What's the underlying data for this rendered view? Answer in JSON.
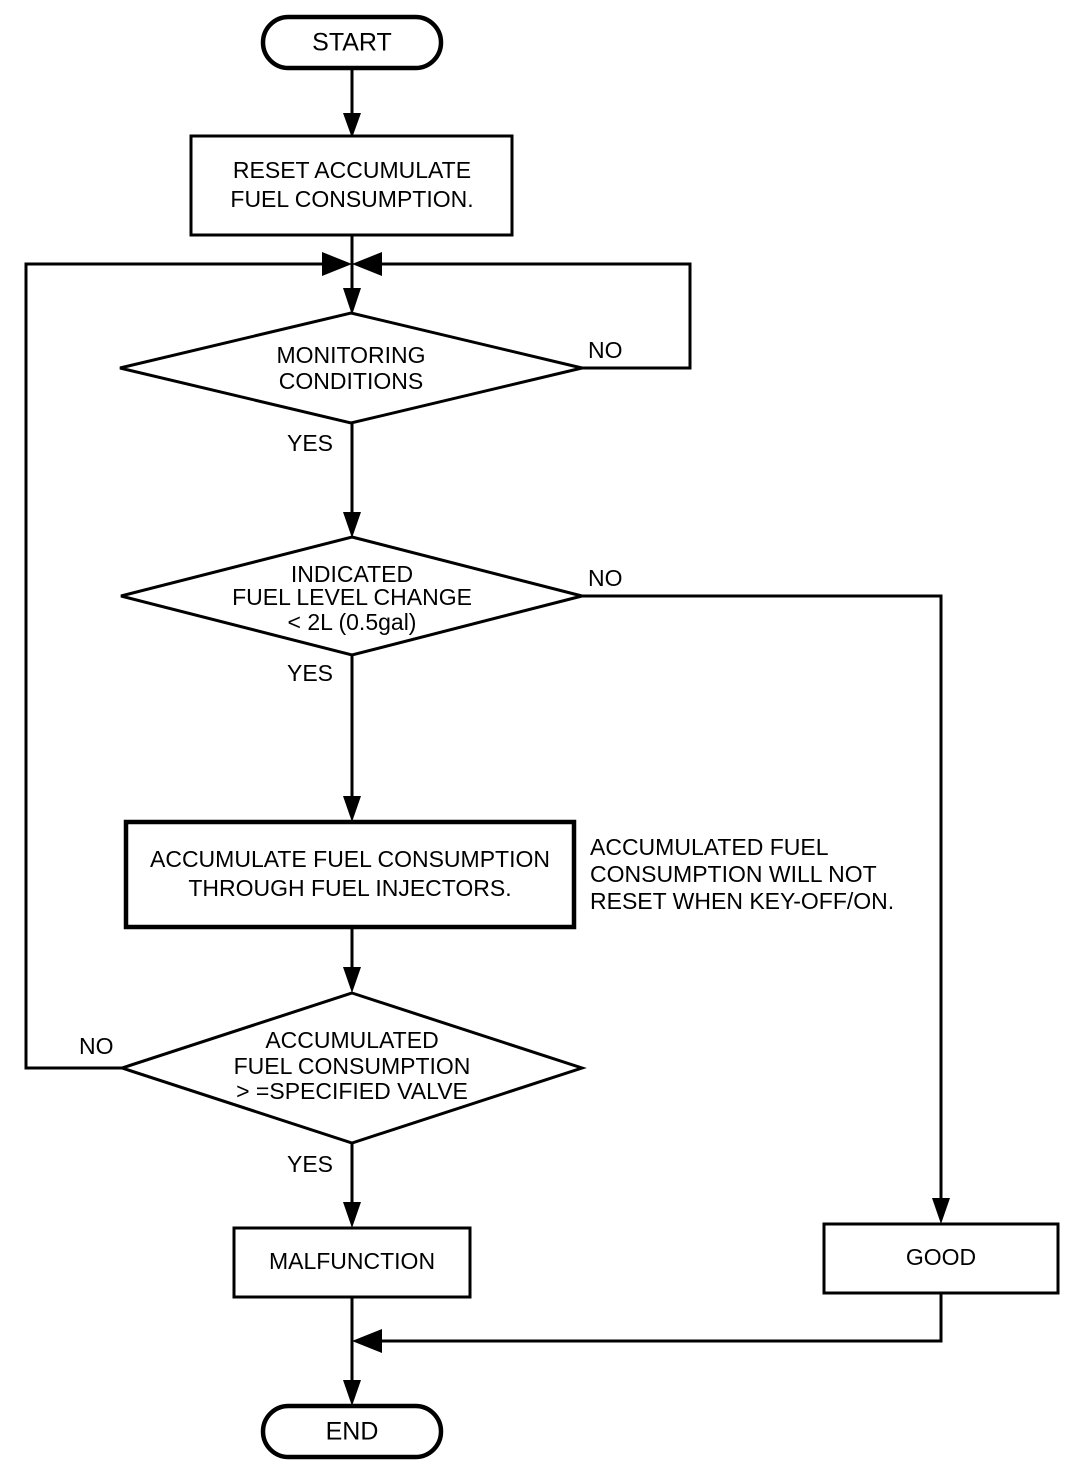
{
  "diagram": {
    "type": "flowchart",
    "title": "Fuel consumption monitoring flowchart",
    "colors": {
      "stroke": "#000000",
      "fill": "#ffffff",
      "text": "#000000"
    },
    "nodes": {
      "start": {
        "shape": "terminator",
        "label": "START"
      },
      "reset_box": {
        "shape": "process",
        "line1": "RESET ACCUMULATE",
        "line2": "FUEL CONSUMPTION."
      },
      "monitoring_decision": {
        "shape": "decision",
        "line1": "MONITORING",
        "line2": "CONDITIONS",
        "yes_label": "YES",
        "no_label": "NO"
      },
      "fuel_level_decision": {
        "shape": "decision",
        "line1": "INDICATED",
        "line2": "FUEL LEVEL CHANGE",
        "line3": "< 2L (0.5gal)",
        "yes_label": "YES",
        "no_label": "NO"
      },
      "accumulate_box": {
        "shape": "process",
        "line1": "ACCUMULATE FUEL CONSUMPTION",
        "line2": "THROUGH FUEL INJECTORS."
      },
      "accumulated_decision": {
        "shape": "decision",
        "line1": "ACCUMULATED",
        "line2": "FUEL  CONSUMPTION",
        "line3": "> =SPECIFIED VALVE",
        "yes_label": "YES",
        "no_label": "NO"
      },
      "malfunction_box": {
        "shape": "process",
        "label": "MALFUNCTION"
      },
      "good_box": {
        "shape": "process",
        "label": "GOOD"
      },
      "end": {
        "shape": "terminator",
        "label": "END"
      }
    },
    "note": {
      "line1": "ACCUMULATED FUEL",
      "line2": "CONSUMPTION WILL NOT",
      "line3": "RESET WHEN KEY-OFF/ON."
    }
  }
}
